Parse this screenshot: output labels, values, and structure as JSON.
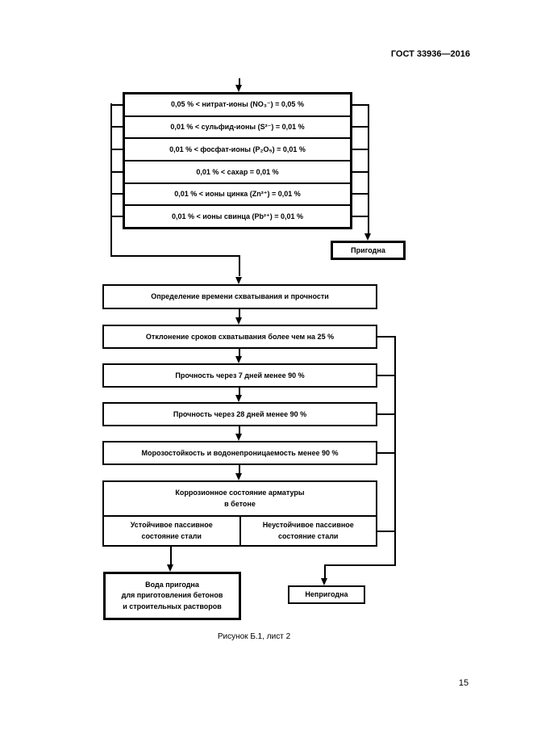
{
  "page": {
    "header": "ГОСТ 33936—2016",
    "caption": "Рисунок Б.1, лист 2",
    "page_number": "15"
  },
  "flowchart": {
    "criteria_boxes": [
      "0,05 % < нитрат-ионы (NO₃⁻) = 0,05 %",
      "0,01 % < сульфид-ионы (S²⁻) = 0,01 %",
      "0,01 % < фосфат-ионы (P₂O₅) = 0,01 %",
      "0,01 % < сахар = 0,01 %",
      "0,01 % < ионы цинка (Zn²⁺) = 0,01 %",
      "0,01 % < ионы свинца (Pb²⁺) = 0,01 %"
    ],
    "suitable_label": "Пригодна",
    "process_boxes": [
      "Определение времени схватывания и прочности",
      "Отклонение сроков схватывания более чем на 25 %",
      "Прочность через 7 дней менее 90 %",
      "Прочность через 28 дней менее 90 %",
      "Морозостойкость и водонепроницаемость менее 90 %"
    ],
    "corrosion_box": {
      "header": "Коррозионное состояние арматуры\nв бетоне",
      "left_cell": "Устойчивое пассивное\nсостояние стали",
      "right_cell": "Неустойчивое пассивное\nсостояние стали"
    },
    "result_suitable": "Вода пригодна\nдля приготовления бетонов\nи строительных растворов",
    "result_unsuitable": "Непригодна"
  }
}
